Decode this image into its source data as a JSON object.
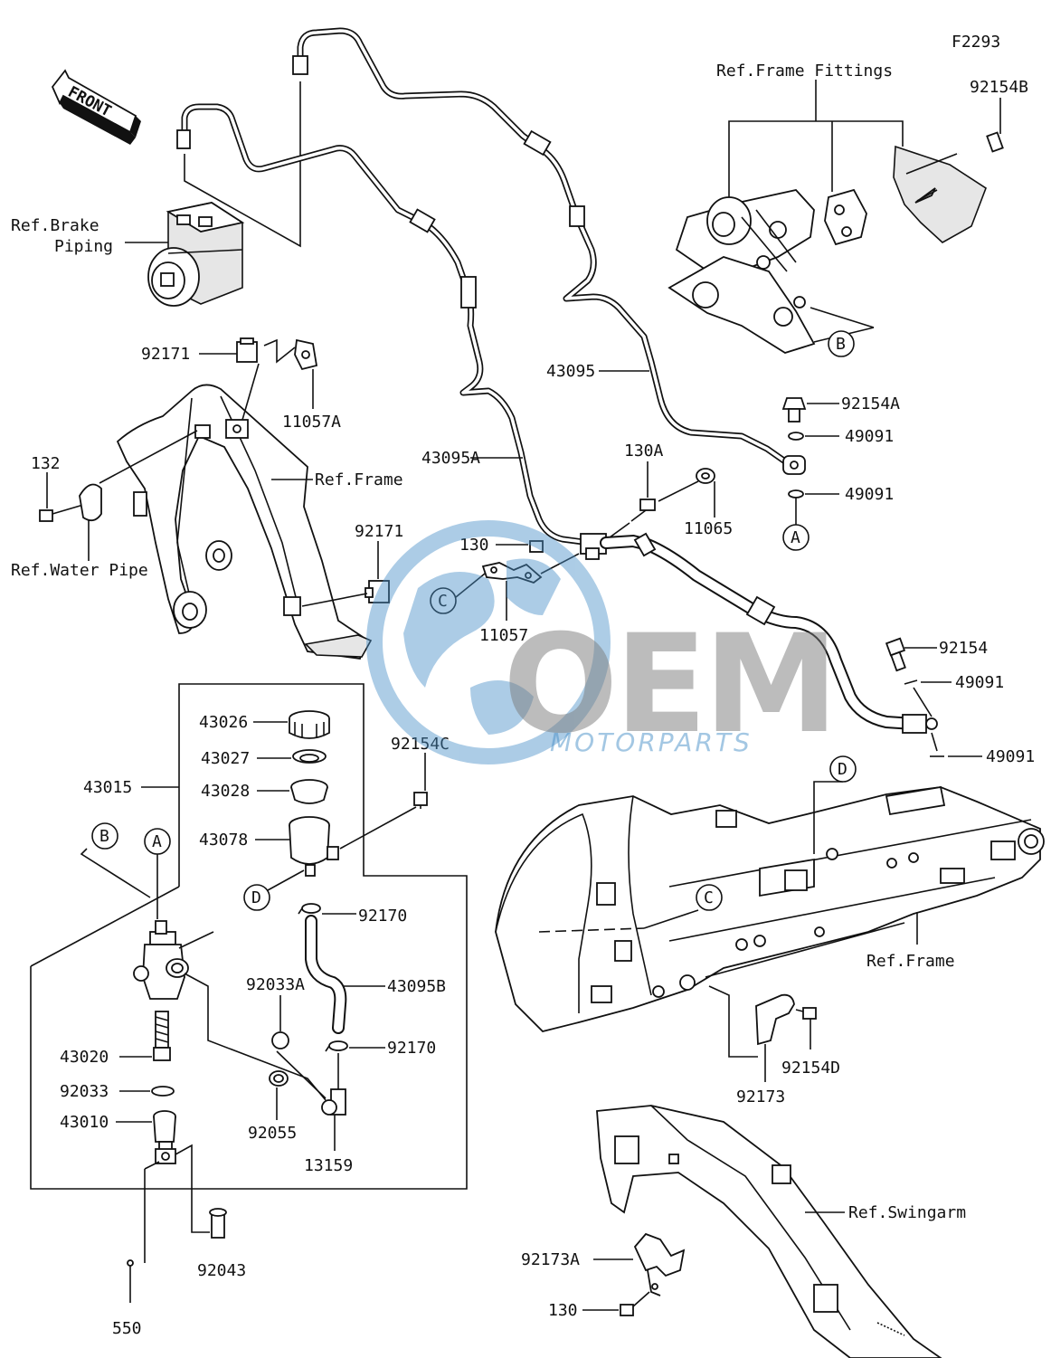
{
  "figure_id": "F2293",
  "front_label": "FRONT",
  "watermark": {
    "brand": "OEM",
    "sub": "MOTORPARTS",
    "color": "#4a90c8"
  },
  "ref_labels": {
    "brake_piping_line1": "Ref.Brake",
    "brake_piping_line2": "Piping",
    "frame_fittings": "Ref.Frame Fittings",
    "frame_upper": "Ref.Frame",
    "water_pipe": "Ref.Water Pipe",
    "frame_lower": "Ref.Frame",
    "swingarm": "Ref.Swingarm"
  },
  "part_labels": {
    "p92154B": "92154B",
    "p92171_top": "92171",
    "p11057A": "11057A",
    "p132": "132",
    "p92171_mid": "92171",
    "p43095": "43095",
    "p92154A": "92154A",
    "p49091_a": "49091",
    "p49091_b": "49091",
    "p43095A": "43095A",
    "p130A": "130A",
    "p11065": "11065",
    "p130_mid": "130",
    "p11057": "11057",
    "p92154": "92154",
    "p49091_c": "49091",
    "p49091_d": "49091",
    "p43026": "43026",
    "p43027": "43027",
    "p43028": "43028",
    "p43015": "43015",
    "p92154C": "92154C",
    "p43078": "43078",
    "p92170_top": "92170",
    "p92033A": "92033A",
    "p43095B": "43095B",
    "p92170_bot": "92170",
    "p43020": "43020",
    "p92033": "92033",
    "p43010": "43010",
    "p92055": "92055",
    "p13159": "13159",
    "p92043": "92043",
    "p550": "550",
    "p92173": "92173",
    "p92154D": "92154D",
    "p92173A": "92173A",
    "p130_bot": "130"
  },
  "callouts": {
    "A": "A",
    "B": "B",
    "C": "C",
    "D": "D"
  },
  "icons": [
    "front-arrow-icon",
    "watermark-globe-icon"
  ]
}
